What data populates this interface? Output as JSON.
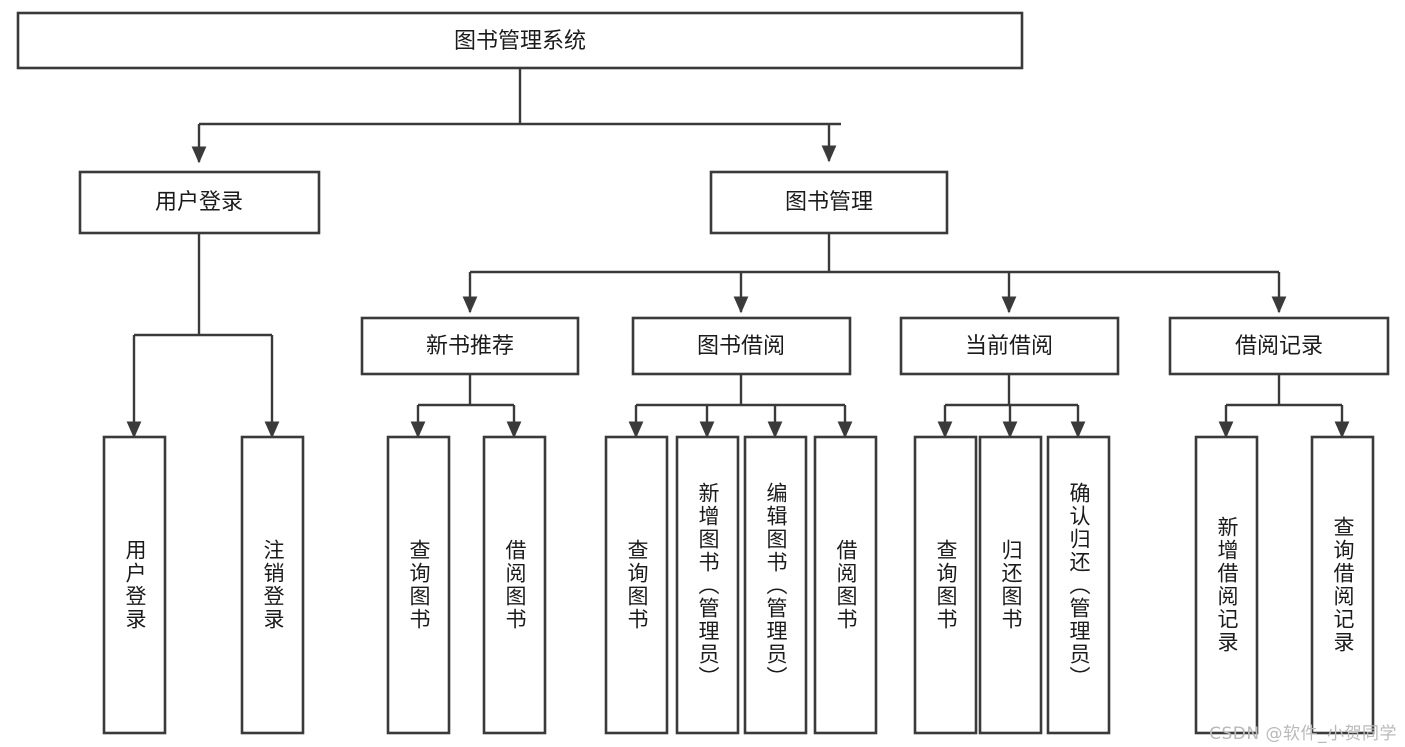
{
  "diagram": {
    "type": "tree",
    "title": "图书管理系统",
    "watermark": "CSDN @软件_小贺同学",
    "colors": {
      "box_stroke": "#3a3a3a",
      "box_fill": "#ffffff",
      "connector": "#3a3a3a",
      "text": "#1b1b1b",
      "watermark": "#b9b9b9",
      "background": "#ffffff"
    },
    "nodes": {
      "root": {
        "label": "图书管理系统"
      },
      "level2": [
        {
          "label": "用户登录"
        },
        {
          "label": "图书管理"
        }
      ],
      "level3": [
        {
          "label": "新书推荐"
        },
        {
          "label": "图书借阅"
        },
        {
          "label": "当前借阅"
        },
        {
          "label": "借阅记录"
        }
      ],
      "leaves": {
        "user_login": [
          {
            "label": "用户登录"
          },
          {
            "label": "注销登录"
          }
        ],
        "new_book_recommend": [
          {
            "label": "查询图书"
          },
          {
            "label": "借阅图书"
          }
        ],
        "book_borrow": [
          {
            "label": "查询图书"
          },
          {
            "label": "新增图书（管理员）"
          },
          {
            "label": "编辑图书（管理员）"
          },
          {
            "label": "借阅图书"
          }
        ],
        "current_borrow": [
          {
            "label": "查询图书"
          },
          {
            "label": "归还图书"
          },
          {
            "label": "确认归还（管理员）"
          }
        ],
        "borrow_record": [
          {
            "label": "新增借阅记录"
          },
          {
            "label": "查询借阅记录"
          }
        ]
      }
    }
  }
}
